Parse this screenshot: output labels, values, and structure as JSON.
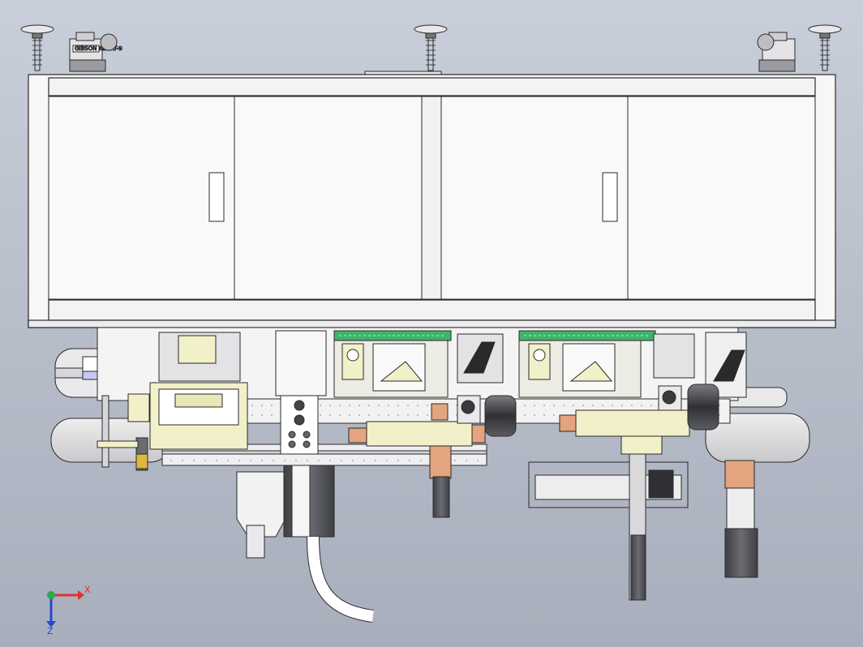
{
  "view": {
    "axis_triad": {
      "x_label": "X",
      "z_label": "Z"
    },
    "stamp_text": "GIBSON KUZRT-9"
  },
  "colors": {
    "background_top": "#c9cfda",
    "background_bottom": "#a8aebb",
    "cabinet": "#f7f7f8",
    "outline": "#2a2a2a",
    "mechanism_cream": "#f1f0c8",
    "copper": "#e3a47f",
    "dark_motor": "#505258",
    "green_pcb": "#3fb36a",
    "axis_x": "#e23030",
    "axis_y": "#2ea84a",
    "axis_z": "#2448d6"
  }
}
